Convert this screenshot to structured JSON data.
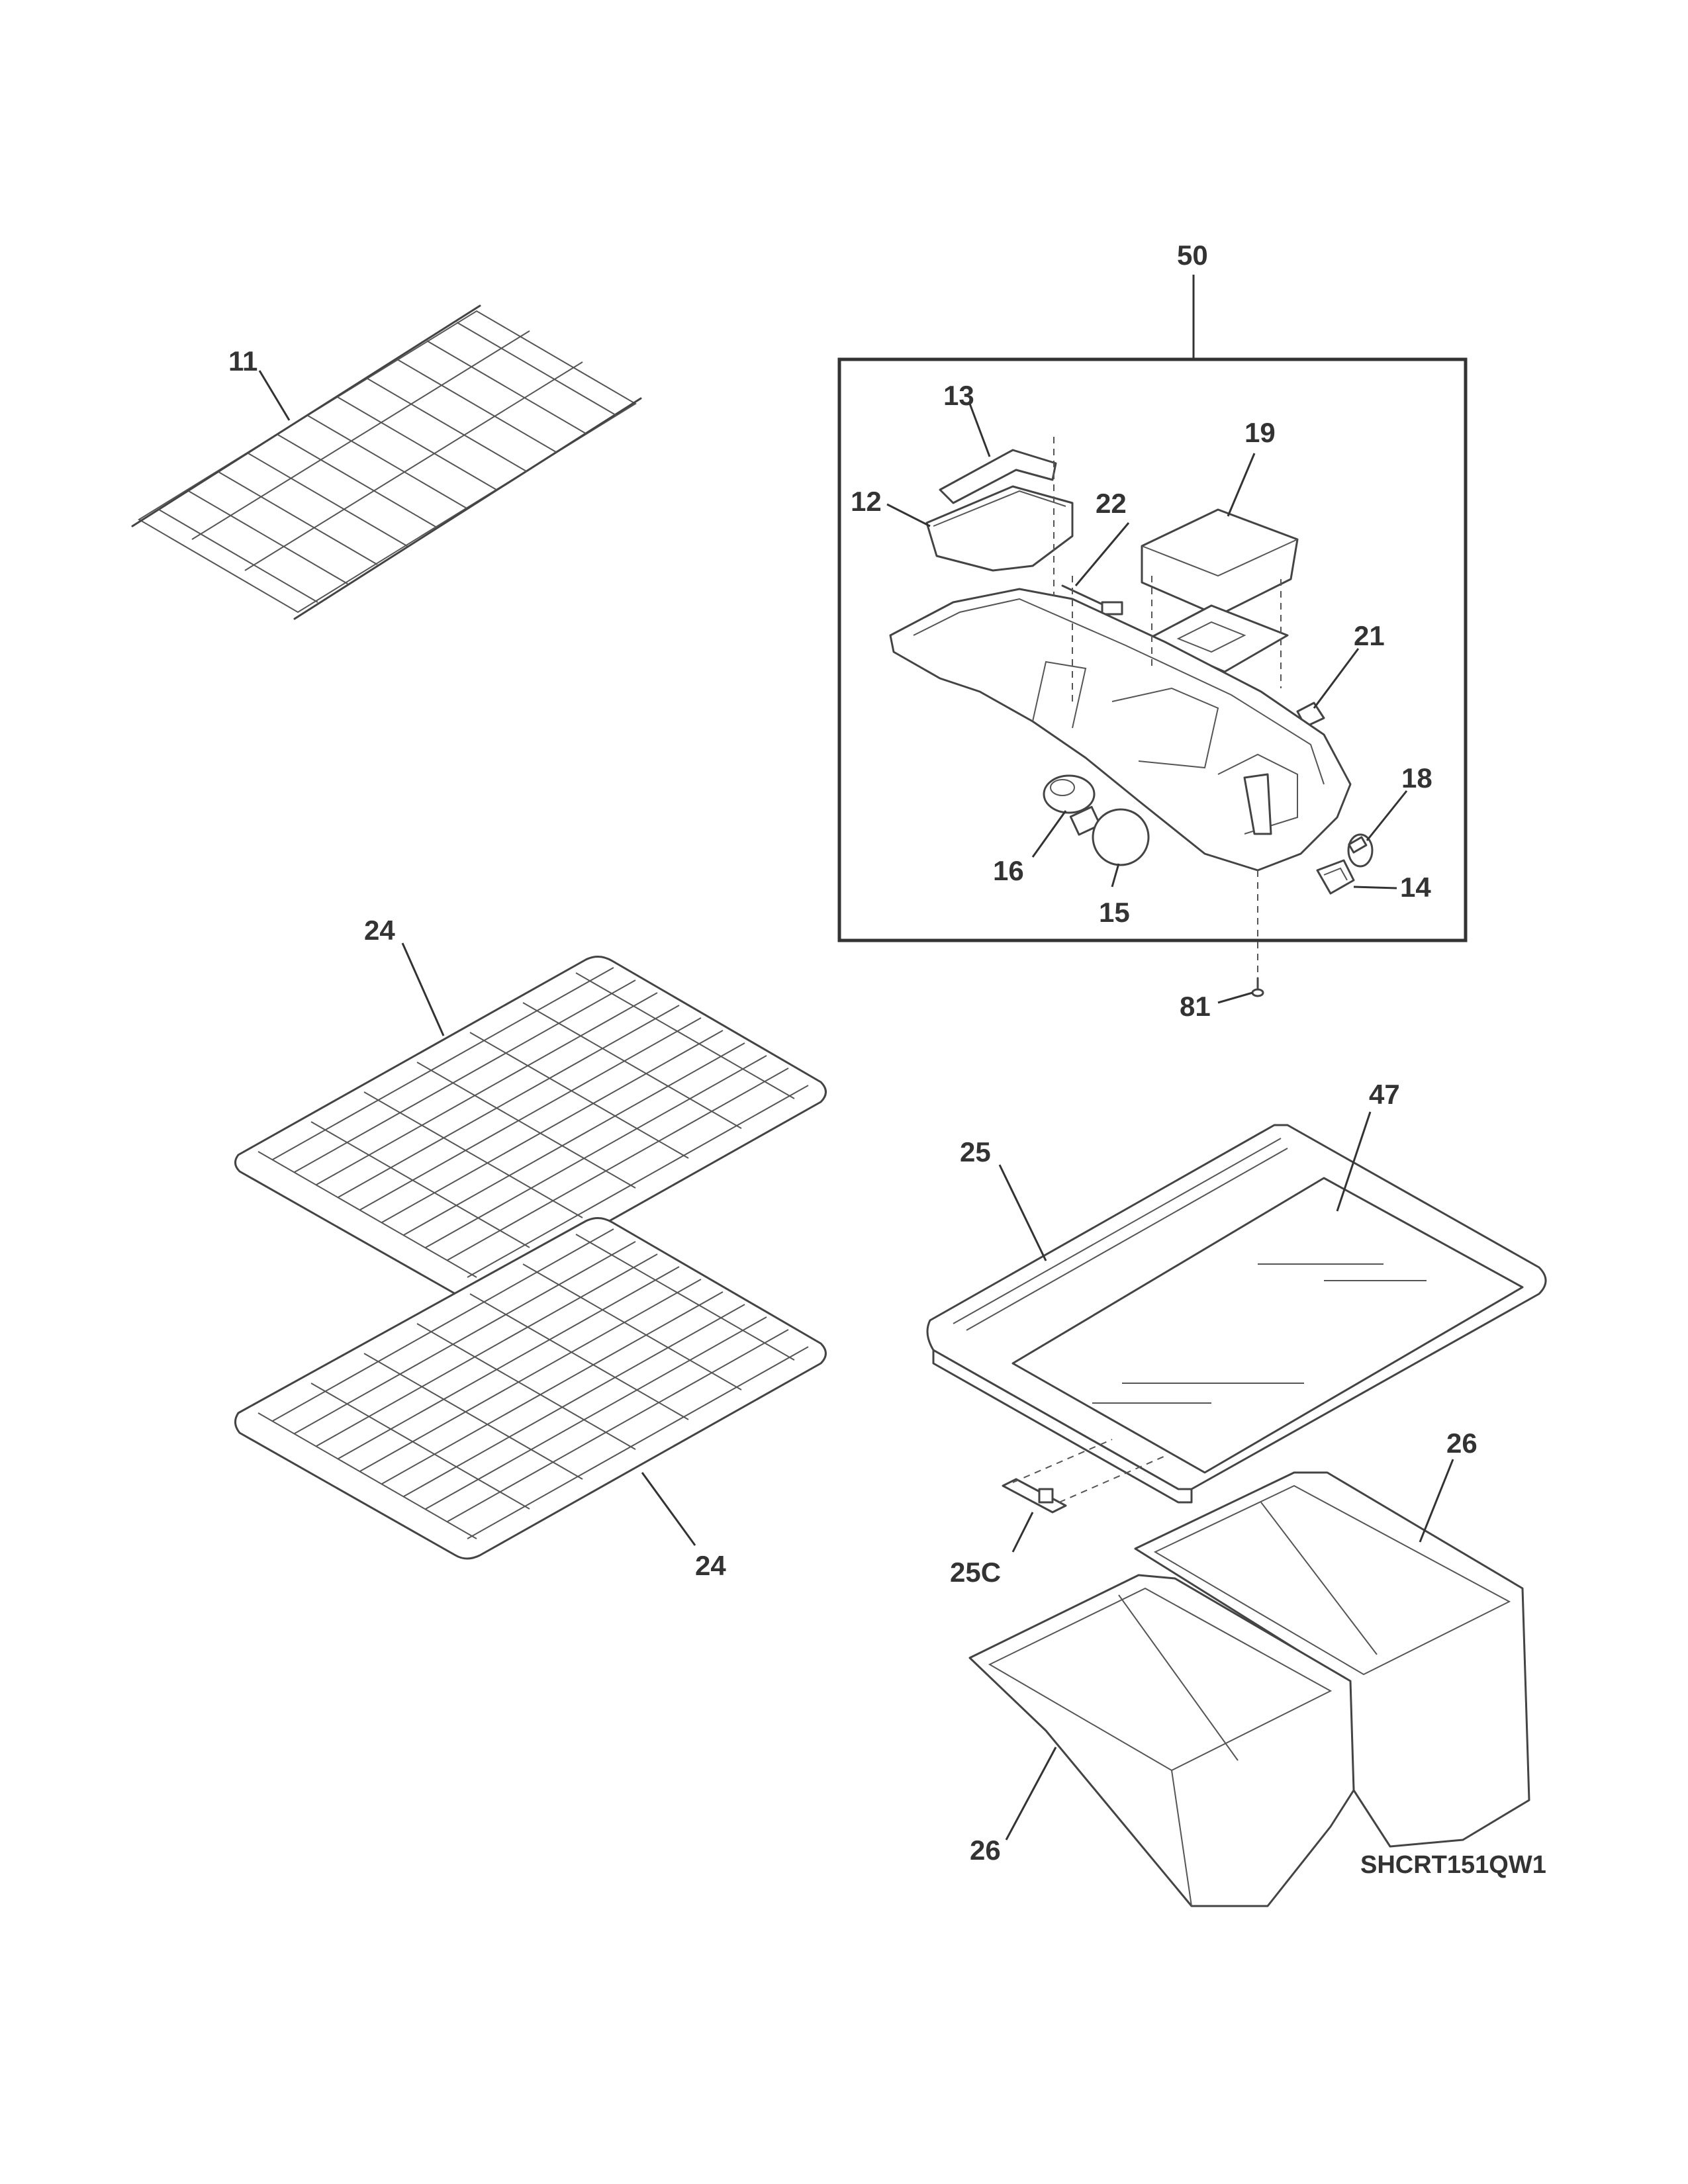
{
  "diagram": {
    "model_code": "SHCRT151QW1",
    "callouts": {
      "c11": "11",
      "c50": "50",
      "c13": "13",
      "c19": "19",
      "c12": "12",
      "c22": "22",
      "c21": "21",
      "c18": "18",
      "c16": "16",
      "c15": "15",
      "c14": "14",
      "c81": "81",
      "c24a": "24",
      "c24b": "24",
      "c47": "47",
      "c25": "25",
      "c26a": "26",
      "c25c": "25C",
      "c26b": "26"
    }
  }
}
